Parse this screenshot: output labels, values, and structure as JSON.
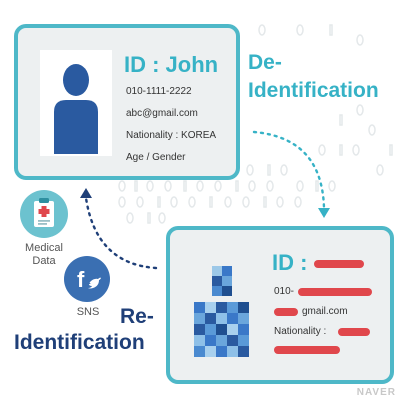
{
  "card_identified": {
    "id_label": "ID : John",
    "phone": "010-1111-2222",
    "email": "abc@gmail.com",
    "nationality": "Nationality : KOREA",
    "age_gender": "Age / Gender"
  },
  "card_deidentified": {
    "id_label": "ID :",
    "phone_prefix": "010-",
    "email_domain": "gmail.com",
    "nationality_label": "Nationality :"
  },
  "de_identification": {
    "line1": "De-",
    "line2": "Identification"
  },
  "re_identification": {
    "line1": "Re-",
    "line2": "Identification"
  },
  "sources": {
    "medical": [
      "Medical",
      "Data"
    ],
    "sns": "SNS"
  },
  "watermark": "NAVER",
  "colors": {
    "teal": "#36b2c6",
    "navy": "#1f3f78",
    "redact": "#e0474c",
    "person": "#2a5aa0"
  }
}
